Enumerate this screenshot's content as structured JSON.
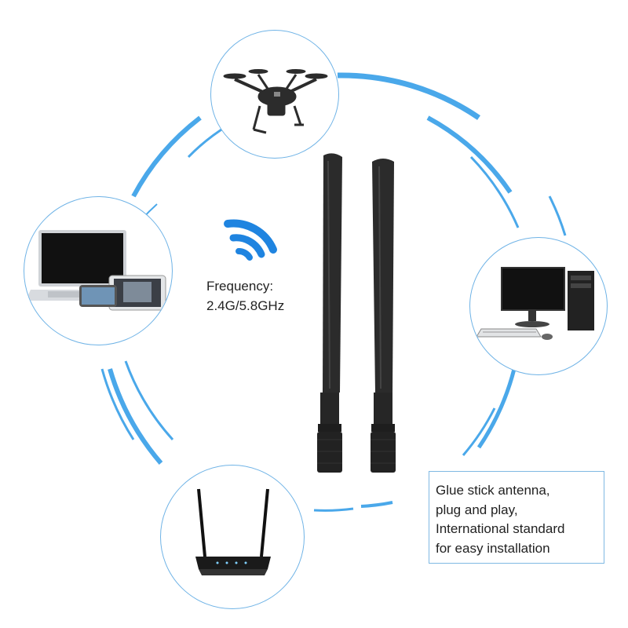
{
  "colors": {
    "accent_blue": "#2f8fe0",
    "ring_blue": "#5aaee8",
    "antenna_black": "#2a2a2a"
  },
  "icons": [
    "wifi-icon"
  ],
  "devices": [
    "drone",
    "laptop-and-tablets",
    "desktop-computer",
    "wifi-router"
  ],
  "frequency": {
    "label": "Frequency:",
    "value": "2.4G/5.8GHz"
  },
  "info": {
    "line1": "Glue stick antenna,",
    "line2": "plug and play,",
    "line3": "International standard",
    "line4": "for easy installation"
  }
}
